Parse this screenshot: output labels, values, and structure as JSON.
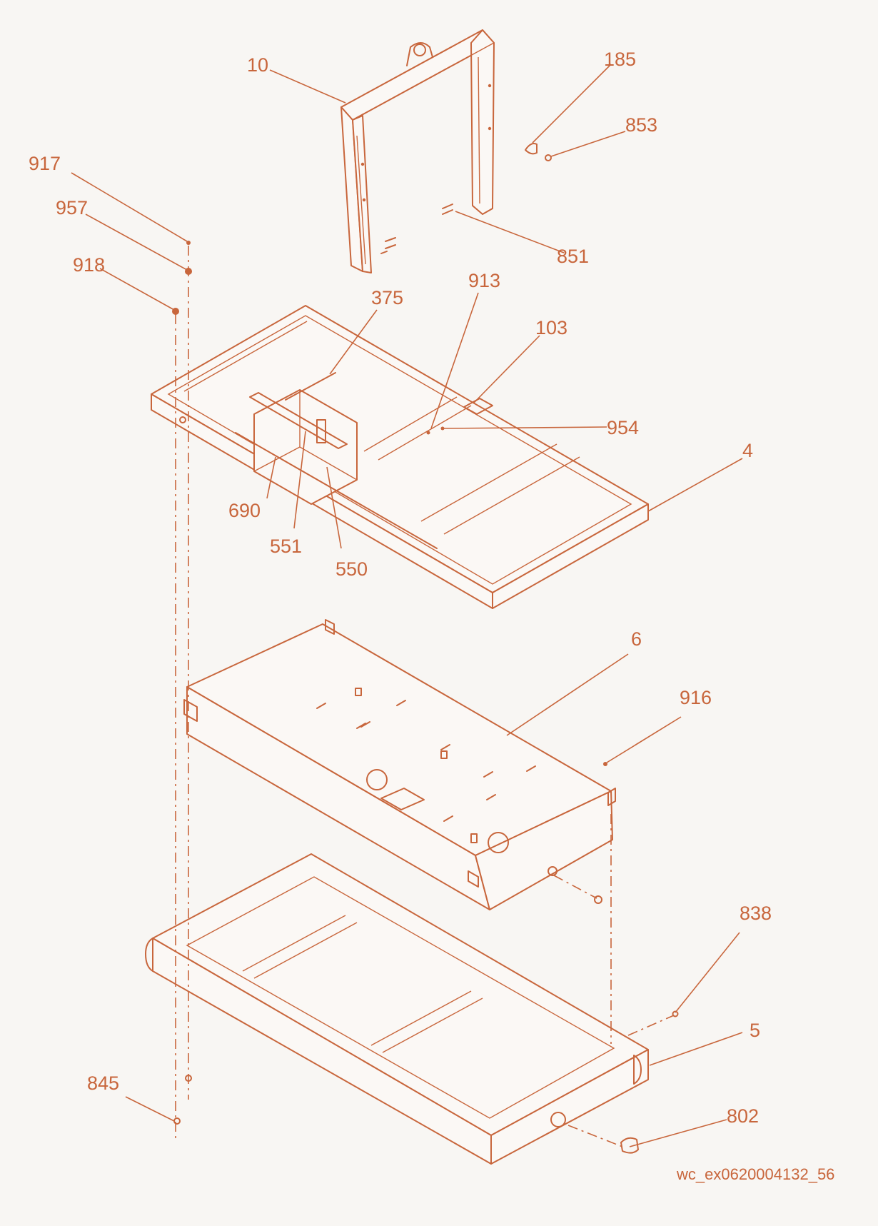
{
  "diagram": {
    "reference_code": "wc_ex0620004132_56",
    "callouts": [
      "10",
      "185",
      "853",
      "917",
      "957",
      "918",
      "851",
      "375",
      "913",
      "103",
      "954",
      "4",
      "690",
      "551",
      "550",
      "6",
      "916",
      "838",
      "5",
      "845",
      "802"
    ],
    "colors": {
      "line": "#c8663c",
      "background": "#f8f6f3"
    }
  }
}
